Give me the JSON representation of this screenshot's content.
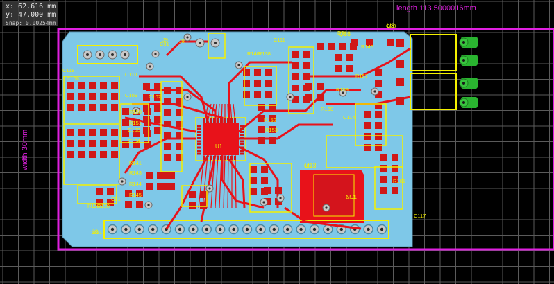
{
  "readout": {
    "x": "x: 62.616 mm",
    "y": "y: 47.000 mm",
    "snap": "Snap: 0.00254mm"
  },
  "dimensions": {
    "length": "length 113.5000016mm",
    "width": "width 30mm"
  },
  "colors": {
    "background": "#000000",
    "grid": "#5a5a5a",
    "board": "#7ec8e8",
    "copper_top": "#e8121a",
    "silkscreen": "#f4f000",
    "pad": "#d01818",
    "outline": "#e020e0",
    "ground_pad": "#2ab430",
    "via": "#c8c8c8"
  },
  "components": {
    "ic_main": {
      "ref": "U1"
    },
    "ic_u13": {
      "ref": "U13"
    },
    "ic_u8": {
      "ref": "U8"
    },
    "q28": {
      "ref": "Q28"
    },
    "connector_j8": {
      "ref": "J8"
    },
    "connector_j6": {
      "ref": "J6"
    },
    "nu1": {
      "ref": "NU1"
    }
  },
  "silk_labels": [
    "C91",
    "C111",
    "C108",
    "C109",
    "C110",
    "C118",
    "C102",
    "C103",
    "C104",
    "C114",
    "C117",
    "R140",
    "R138",
    "R150",
    "R151",
    "R152",
    "R153",
    "R141",
    "R143",
    "R144",
    "R145",
    "R146",
    "R157",
    "R159",
    "R160",
    "R161",
    "D24",
    "Q28",
    "U8",
    "U13",
    "NU1",
    "J8",
    "J9",
    "C81",
    "R130",
    "R128"
  ]
}
